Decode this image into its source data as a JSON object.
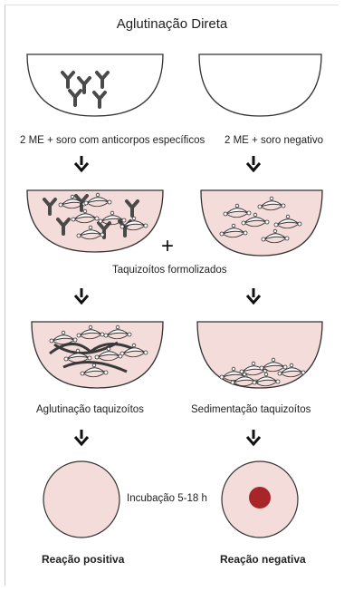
{
  "diagram": {
    "title": "Aglutinação Direta",
    "step1_left": "2 ME + soro com anticorpos específicos",
    "step1_right": "2 ME + soro negativo",
    "reagent": "Taquizoítos formolizados",
    "plus_sign": "+",
    "result_left": "Aglutinação taquizoítos",
    "result_right": "Sedimentação taquizoítos",
    "incubation": "Incubação 5-18 h",
    "outcome_left": "Reação positiva",
    "outcome_right": "Reação negativa"
  },
  "colors": {
    "well_fill_pink": "#f4dcda",
    "well_fill_white": "#ffffff",
    "outline": "#333333",
    "antibody": "#4a4a4a",
    "negative_dot": "#a8262a"
  },
  "icons": [
    "antibody-y-icon",
    "tachyzoite-crescent-icon",
    "arrow-down-icon"
  ]
}
